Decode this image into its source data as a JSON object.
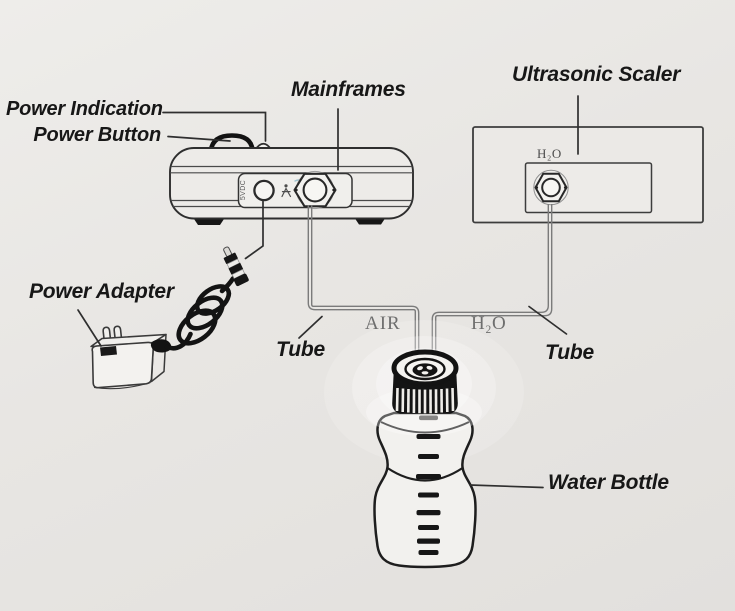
{
  "colors": {
    "background_top": "#eeedea",
    "background_bottom": "#e2e0dd",
    "ink_dark": "#2f2f2f",
    "tube_gray": "#7b7b7b",
    "cap_black": "#141414",
    "label_text": "#171717",
    "annotation_gray": "#6e6e6e"
  },
  "labels": {
    "power_indication": "Power Indication",
    "power_button": "Power Button",
    "mainframes": "Mainframes",
    "ultrasonic_scaler": "Ultrasonic Scaler",
    "power_adapter": "Power Adapter",
    "tube_left": "Tube",
    "tube_right": "Tube",
    "water_bottle": "Water Bottle"
  },
  "port_labels": {
    "air": "AIR",
    "h2o_tube": "H₂O",
    "h2o_port": "H₂O",
    "dc_jack": "5VDC"
  }
}
